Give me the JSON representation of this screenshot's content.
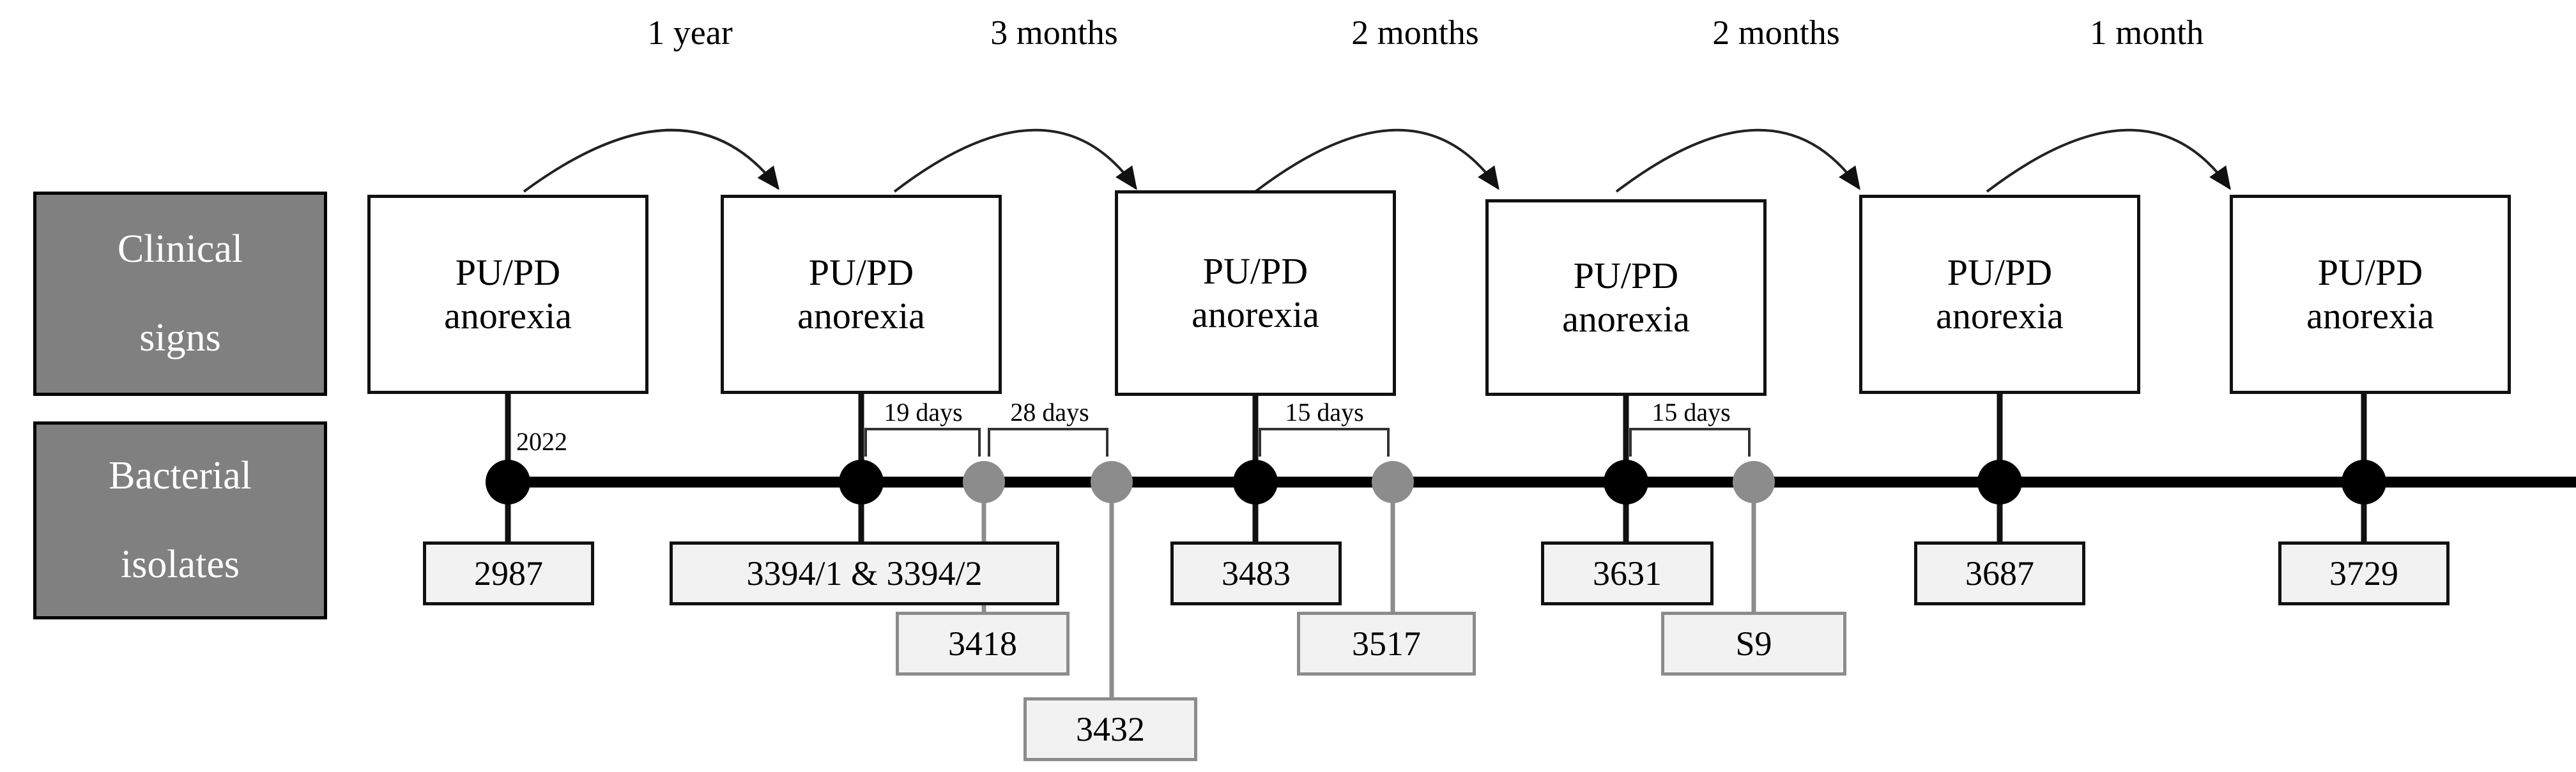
{
  "figure": {
    "type": "timeline-diagram",
    "row_labels": [
      {
        "id": "clinical-signs",
        "line1": "Clinical",
        "line2": "signs"
      },
      {
        "id": "bacterial-isolates",
        "line1": "Bacterial",
        "line2": "isolates"
      }
    ],
    "clinical_sign_boxes": [
      {
        "line1": "PU/PD",
        "line2": "anorexia"
      },
      {
        "line1": "PU/PD",
        "line2": "anorexia"
      },
      {
        "line1": "PU/PD",
        "line2": "anorexia"
      },
      {
        "line1": "PU/PD",
        "line2": "anorexia"
      },
      {
        "line1": "PU/PD",
        "line2": "anorexia"
      },
      {
        "line1": "PU/PD",
        "line2": "anorexia"
      }
    ],
    "episode_intervals": [
      {
        "from_episode": 1,
        "to_episode": 2,
        "label": "1 year"
      },
      {
        "from_episode": 2,
        "to_episode": 3,
        "label": "3 months"
      },
      {
        "from_episode": 3,
        "to_episode": 4,
        "label": "2 months"
      },
      {
        "from_episode": 4,
        "to_episode": 5,
        "label": "2 months"
      },
      {
        "from_episode": 5,
        "to_episode": 6,
        "label": "1 month"
      }
    ],
    "timeline_start_annotation": "2022",
    "isolate_intervals": [
      {
        "from": "3394/1 & 3394/2",
        "to": "3418",
        "label": "19 days"
      },
      {
        "from": "3418",
        "to": "3432",
        "label": "28 days"
      },
      {
        "from": "3483",
        "to": "3517",
        "label": "15 days"
      },
      {
        "from": "3631",
        "to": "S9",
        "label": "15 days"
      }
    ],
    "isolates": [
      {
        "label": "2987",
        "kind": "primary",
        "tier": 1
      },
      {
        "label": "3394/1 & 3394/2",
        "kind": "primary",
        "tier": 1
      },
      {
        "label": "3418",
        "kind": "secondary",
        "tier": 2
      },
      {
        "label": "3432",
        "kind": "secondary",
        "tier": 3
      },
      {
        "label": "3483",
        "kind": "primary",
        "tier": 1
      },
      {
        "label": "3517",
        "kind": "secondary",
        "tier": 2
      },
      {
        "label": "3631",
        "kind": "primary",
        "tier": 1
      },
      {
        "label": "S9",
        "kind": "secondary",
        "tier": 2
      },
      {
        "label": "3687",
        "kind": "primary",
        "tier": 1
      },
      {
        "label": "3729",
        "kind": "primary",
        "tier": 1
      }
    ],
    "colors": {
      "row_label_fill": "#808080",
      "row_label_text": "#ffffff",
      "primary_node": "#000000",
      "secondary_node": "#8c8c8c",
      "box_fill": "#f2f2f2",
      "line": "#000000"
    }
  }
}
